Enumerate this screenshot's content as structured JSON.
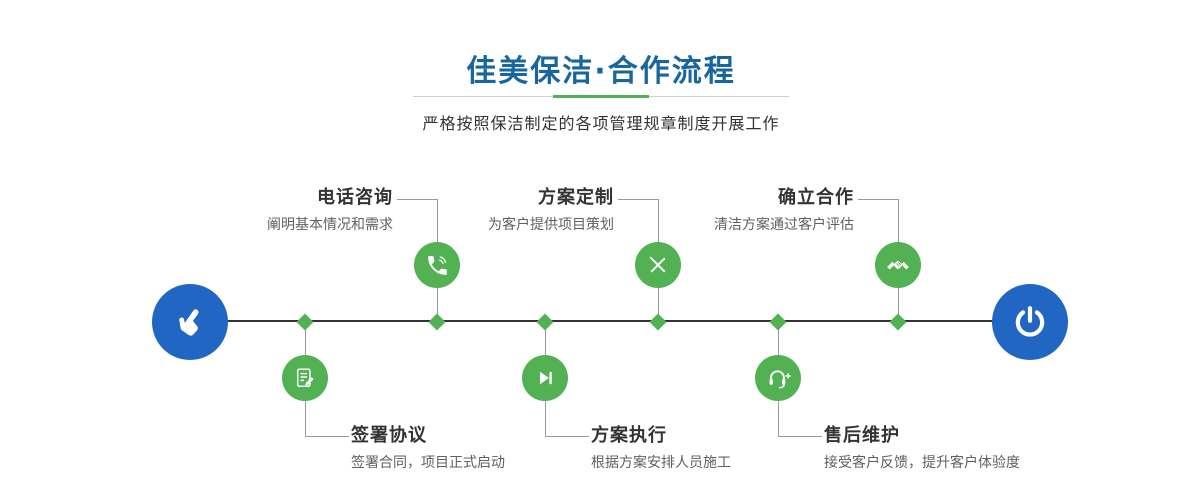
{
  "header": {
    "title": "佳美保洁·合作流程",
    "subtitle": "严格按照保洁制定的各项管理规章制度开展工作"
  },
  "colors": {
    "title_blue": "#17669f",
    "endpoint_blue": "#2166c2",
    "step_green": "#52b153",
    "timeline_dark": "#333333"
  },
  "timeline": {
    "start_icon": "pointer-hand-icon",
    "end_icon": "power-icon"
  },
  "steps": {
    "top": [
      {
        "title": "电话咨询",
        "desc": "阐明基本情况和需求",
        "icon": "phone-icon"
      },
      {
        "title": "方案定制",
        "desc": "为客户提供项目策划",
        "icon": "pencil-ruler-icon"
      },
      {
        "title": "确立合作",
        "desc": "清洁方案通过客户评估",
        "icon": "handshake-icon"
      }
    ],
    "bottom": [
      {
        "title": "签署协议",
        "desc": "签署合同，项目正式启动",
        "icon": "contract-signing-icon"
      },
      {
        "title": "方案执行",
        "desc": "根据方案安排人员施工",
        "icon": "play-next-icon"
      },
      {
        "title": "售后维护",
        "desc": "接受客户反馈，提升客户体验度",
        "icon": "headset-support-icon"
      }
    ]
  }
}
